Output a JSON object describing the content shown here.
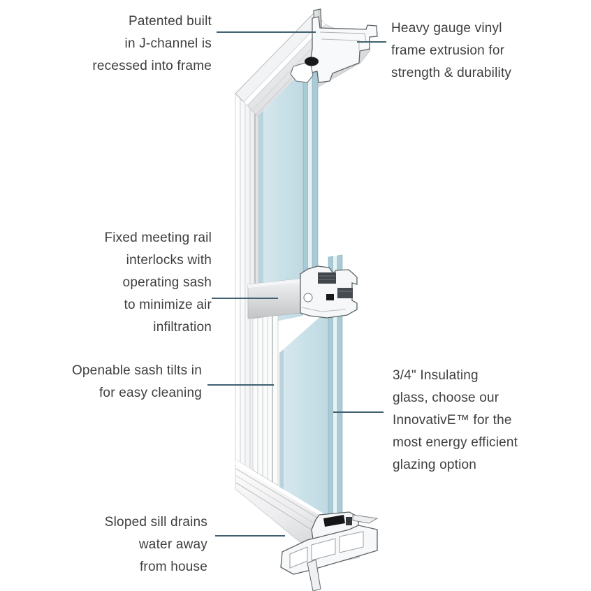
{
  "figure": {
    "title": "Vinyl window cross-section diagram",
    "colors": {
      "leader_line": "#406070",
      "text": "#3e3e3e",
      "glass": "#c9e0e8",
      "glass_edge": "#a9cbd6",
      "frame": "#ffffff",
      "rail_gray": "#c9cbcd",
      "gasket": "#17191b"
    },
    "callouts": [
      {
        "id": "j-channel",
        "lines": [
          "Patented built",
          "in J-channel is",
          "recessed into frame"
        ]
      },
      {
        "id": "frame-extrusion",
        "lines": [
          "Heavy gauge vinyl",
          "frame extrusion for",
          "strength & durability"
        ]
      },
      {
        "id": "meeting-rail",
        "lines": [
          "Fixed meeting rail",
          "interlocks with",
          "operating sash",
          "to minimize air",
          "infiltration"
        ]
      },
      {
        "id": "openable-sash",
        "lines": [
          "Openable sash tilts in",
          "for easy cleaning"
        ]
      },
      {
        "id": "insulating-glass",
        "lines": [
          "3/4\" Insulating",
          "glass, choose our",
          "InnovativE™ for the",
          "most energy efficient",
          "glazing option"
        ]
      },
      {
        "id": "sloped-sill",
        "lines": [
          "Sloped sill drains",
          "water away",
          "from house"
        ]
      }
    ]
  }
}
